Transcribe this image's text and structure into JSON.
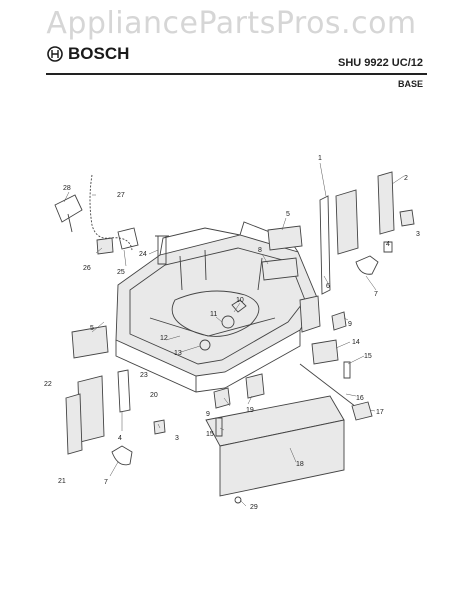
{
  "watermark": "AppliancePartsPros.com",
  "brand": {
    "name": "BOSCH",
    "logo_icon": "bosch-logo-icon"
  },
  "model": "SHU 9922 UC/12",
  "section": "BASE",
  "callouts": [
    {
      "id": "c1",
      "label": "1"
    },
    {
      "id": "c2",
      "label": "2"
    },
    {
      "id": "c3a",
      "label": "3"
    },
    {
      "id": "c4a",
      "label": "4"
    },
    {
      "id": "c5a",
      "label": "5"
    },
    {
      "id": "c6",
      "label": "6"
    },
    {
      "id": "c7a",
      "label": "7"
    },
    {
      "id": "c8",
      "label": "8"
    },
    {
      "id": "c9a",
      "label": "9"
    },
    {
      "id": "c10",
      "label": "10"
    },
    {
      "id": "c11",
      "label": "11"
    },
    {
      "id": "c12",
      "label": "12"
    },
    {
      "id": "c13",
      "label": "13"
    },
    {
      "id": "c14",
      "label": "14"
    },
    {
      "id": "c15a",
      "label": "15"
    },
    {
      "id": "c16a",
      "label": "16"
    },
    {
      "id": "c17",
      "label": "17"
    },
    {
      "id": "c18",
      "label": "18"
    },
    {
      "id": "c19",
      "label": "19"
    },
    {
      "id": "c20",
      "label": "20"
    },
    {
      "id": "c21",
      "label": "21"
    },
    {
      "id": "c22",
      "label": "22"
    },
    {
      "id": "c23",
      "label": "23"
    },
    {
      "id": "c24",
      "label": "24"
    },
    {
      "id": "c25",
      "label": "25"
    },
    {
      "id": "c26",
      "label": "26"
    },
    {
      "id": "c27",
      "label": "27"
    },
    {
      "id": "c28",
      "label": "28"
    },
    {
      "id": "c29",
      "label": "29"
    },
    {
      "id": "c5b",
      "label": "5"
    },
    {
      "id": "c9b",
      "label": "9"
    },
    {
      "id": "c3b",
      "label": "3"
    },
    {
      "id": "c15b",
      "label": "15"
    },
    {
      "id": "c4b",
      "label": "4"
    },
    {
      "id": "c7b",
      "label": "7"
    }
  ]
}
